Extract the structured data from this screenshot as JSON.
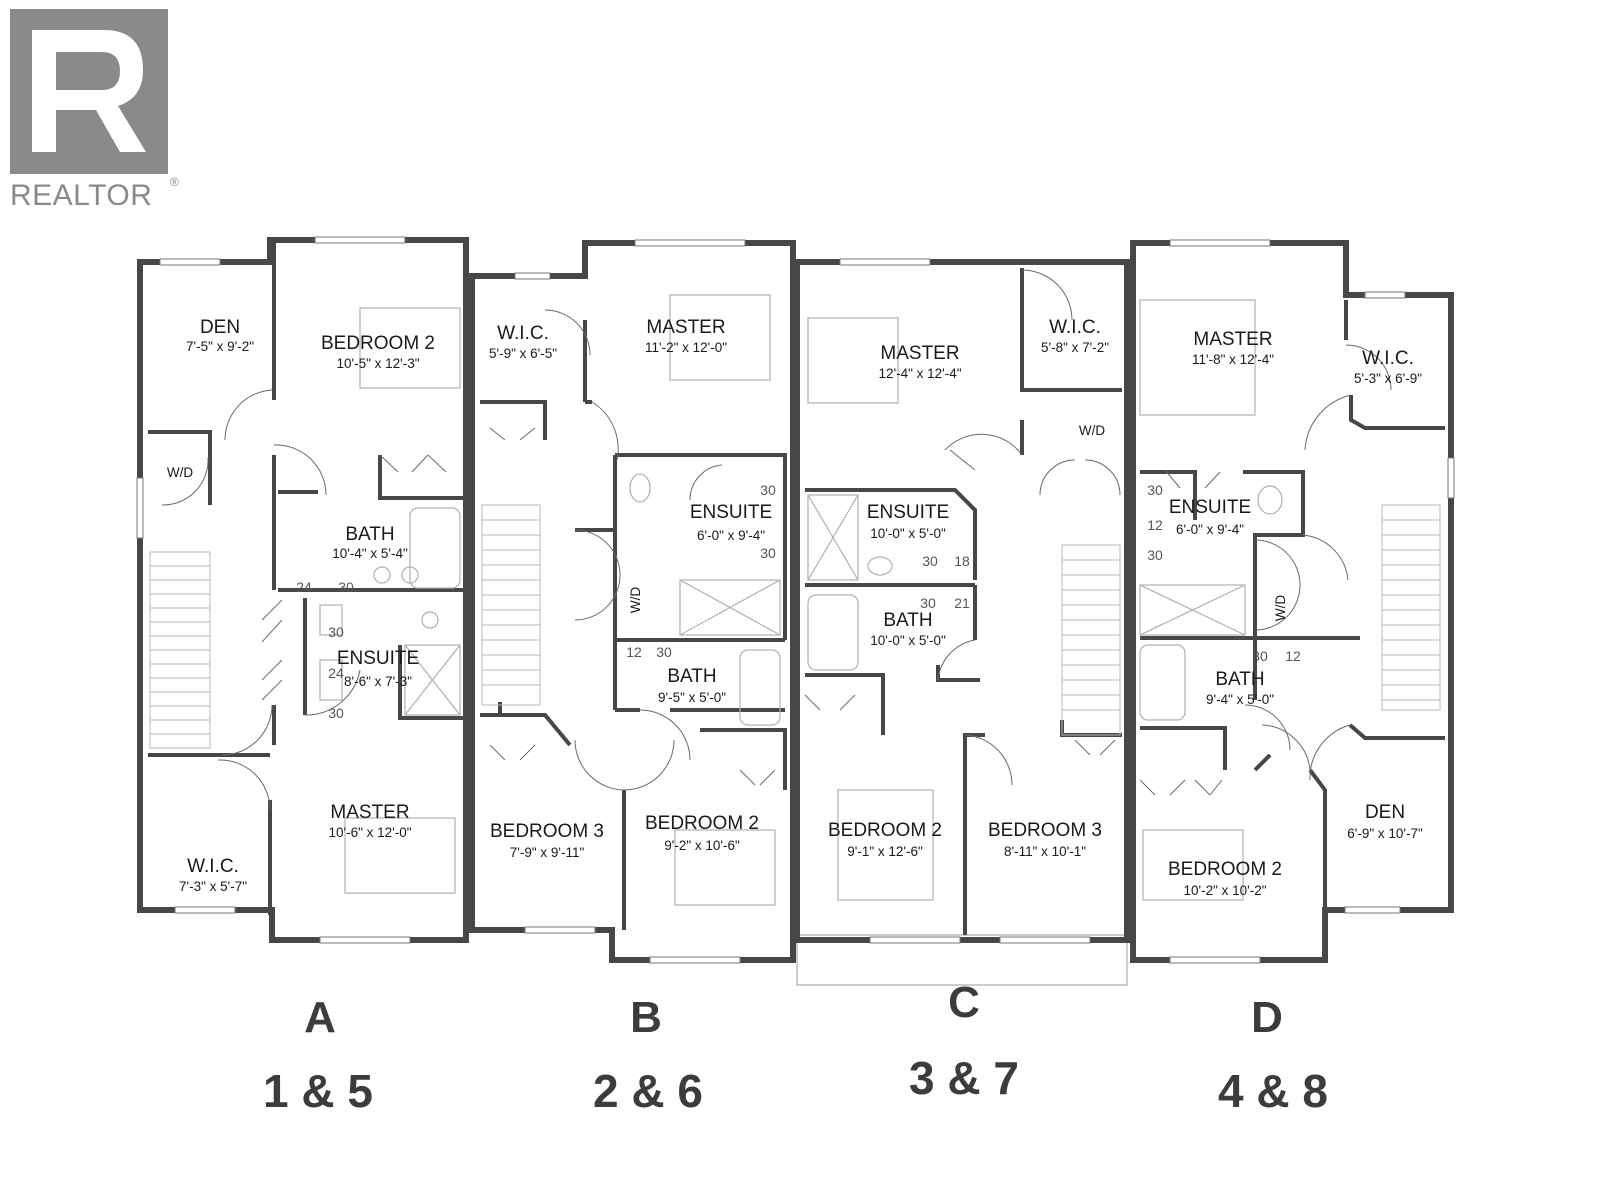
{
  "logo": {
    "text": "REALTOR",
    "mark": "®",
    "tile_color": "#8a8a8a"
  },
  "units": [
    {
      "letter": "A",
      "numbers": "1 & 5",
      "rooms": [
        {
          "name": "DEN",
          "dim": "7'-5\" x 9'-2\""
        },
        {
          "name": "BEDROOM 2",
          "dim": "10'-5\" x 12'-3\""
        },
        {
          "name": "W/D",
          "dim": ""
        },
        {
          "name": "BATH",
          "dim": "10'-4\" x 5'-4\""
        },
        {
          "name": "ENSUITE",
          "dim": "8'-6\" x 7'-3\""
        },
        {
          "name": "MASTER",
          "dim": "10'-6\" x 12'-0\""
        },
        {
          "name": "W.I.C.",
          "dim": "7'-3\" x 5'-7\""
        }
      ],
      "fixtures": [
        "24",
        "30",
        "30",
        "24",
        "30"
      ]
    },
    {
      "letter": "B",
      "numbers": "2 & 6",
      "rooms": [
        {
          "name": "W.I.C.",
          "dim": "5'-9\" x 6'-5\""
        },
        {
          "name": "MASTER",
          "dim": "11'-2\" x 12'-0\""
        },
        {
          "name": "ENSUITE",
          "dim": "6'-0\" x 9'-4\""
        },
        {
          "name": "W/D",
          "dim": ""
        },
        {
          "name": "BATH",
          "dim": "9'-5\" x 5'-0\""
        },
        {
          "name": "BEDROOM 3",
          "dim": "7'-9\" x 9'-11\""
        },
        {
          "name": "BEDROOM 2",
          "dim": "9'-2\" x 10'-6\""
        }
      ],
      "fixtures": [
        "30",
        "30",
        "12",
        "30"
      ]
    },
    {
      "letter": "C",
      "numbers": "3 & 7",
      "rooms": [
        {
          "name": "MASTER",
          "dim": "12'-4\" x 12'-4\""
        },
        {
          "name": "W.I.C.",
          "dim": "5'-8\" x 7'-2\""
        },
        {
          "name": "W/D",
          "dim": ""
        },
        {
          "name": "ENSUITE",
          "dim": "10'-0\" x 5'-0\""
        },
        {
          "name": "BATH",
          "dim": "10'-0\" x 5'-0\""
        },
        {
          "name": "BEDROOM 2",
          "dim": "9'-1\" x 12'-6\""
        },
        {
          "name": "BEDROOM 3",
          "dim": "8'-11\" x 10'-1\""
        }
      ],
      "fixtures": [
        "30",
        "18",
        "30",
        "21"
      ]
    },
    {
      "letter": "D",
      "numbers": "4 & 8",
      "rooms": [
        {
          "name": "MASTER",
          "dim": "11'-8\" x 12'-4\""
        },
        {
          "name": "W.I.C.",
          "dim": "5'-3\" x 6'-9\""
        },
        {
          "name": "ENSUITE",
          "dim": "6'-0\" x 9'-4\""
        },
        {
          "name": "W/D",
          "dim": ""
        },
        {
          "name": "BATH",
          "dim": "9'-4\" x 5'-0\""
        },
        {
          "name": "DEN",
          "dim": "6'-9\" x 10'-7\""
        },
        {
          "name": "BEDROOM 2",
          "dim": "10'-2\" x 10'-2\""
        }
      ],
      "fixtures": [
        "30",
        "12",
        "30",
        "30",
        "12"
      ]
    }
  ]
}
